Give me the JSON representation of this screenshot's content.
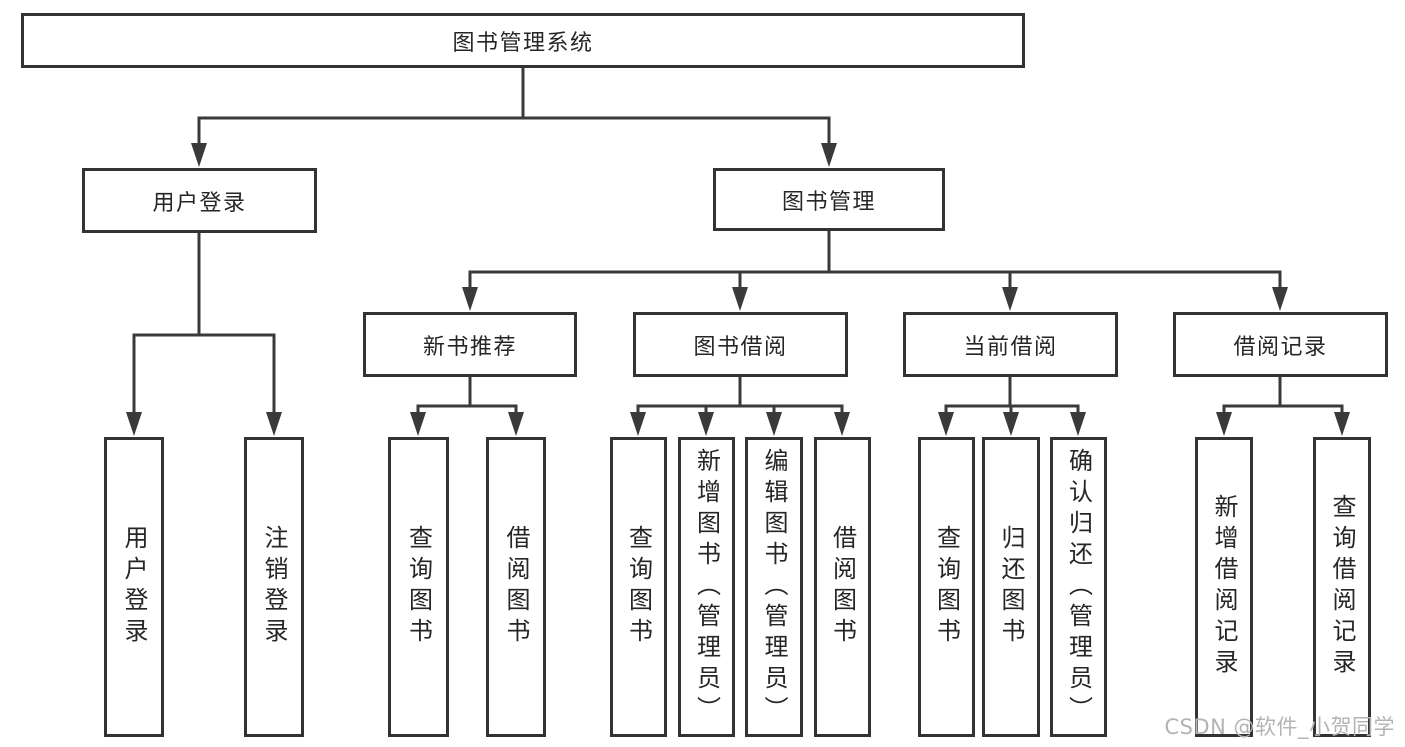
{
  "colors": {
    "background": "#ffffff",
    "box_border": "#333333",
    "connector_line": "#3a3a3a",
    "label_text": "#262626",
    "watermark_text": "#b3b3b3"
  },
  "tree": {
    "root": {
      "label": "图书管理系统"
    },
    "branches": [
      {
        "label": "用户登录",
        "leaves": [
          {
            "label": "用户登录"
          },
          {
            "label": "注销登录"
          }
        ]
      },
      {
        "label": "图书管理",
        "groups": [
          {
            "label": "新书推荐",
            "leaves": [
              {
                "label": "查询图书"
              },
              {
                "label": "借阅图书"
              }
            ]
          },
          {
            "label": "图书借阅",
            "leaves": [
              {
                "label": "查询图书"
              },
              {
                "label": "新增图书（管理员）"
              },
              {
                "label": "编辑图书（管理员）"
              },
              {
                "label": "借阅图书"
              }
            ]
          },
          {
            "label": "当前借阅",
            "leaves": [
              {
                "label": "查询图书"
              },
              {
                "label": "归还图书"
              },
              {
                "label": "确认归还（管理员）"
              }
            ]
          },
          {
            "label": "借阅记录",
            "leaves": [
              {
                "label": "新增借阅记录"
              },
              {
                "label": "查询借阅记录"
              }
            ]
          }
        ]
      }
    ]
  },
  "watermark": {
    "text": "CSDN @软件_小贺同学"
  }
}
